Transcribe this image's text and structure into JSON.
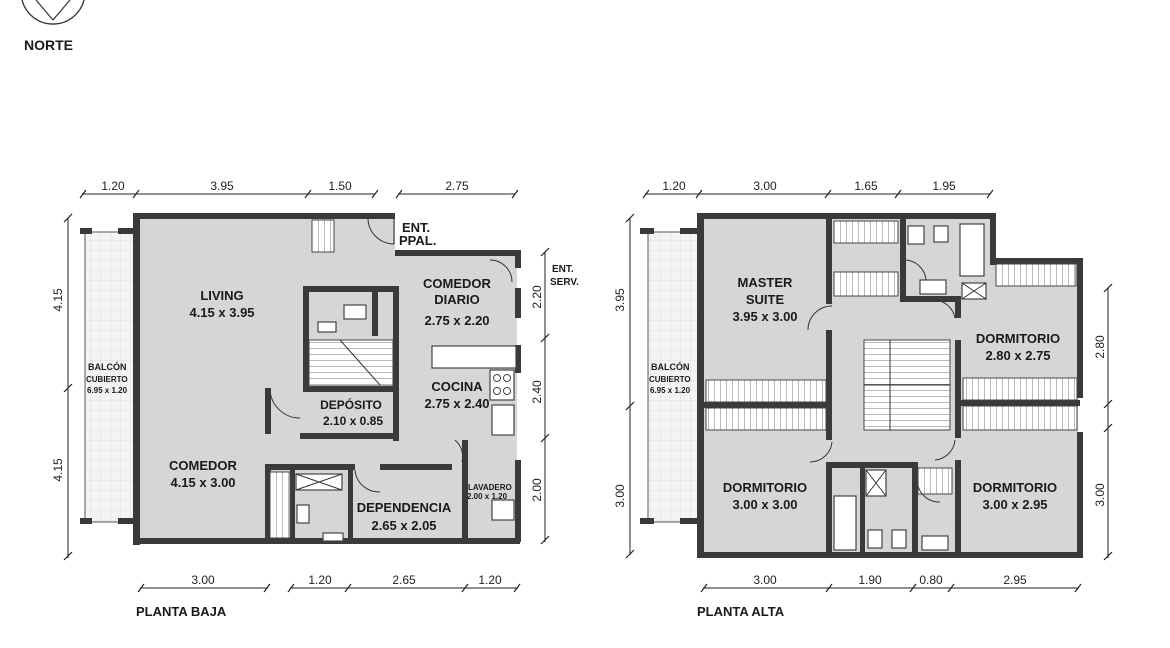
{
  "north": {
    "label": "NORTE"
  },
  "ground": {
    "title": "PLANTA BAJA",
    "top_dims": [
      "1.20",
      "3.95",
      "1.50",
      "2.75"
    ],
    "bottom_dims": [
      "3.00",
      "1.20",
      "2.65",
      "1.20"
    ],
    "left_dims": [
      "4.15",
      "4.15"
    ],
    "right_dims": [
      "2.20",
      "2.40",
      "2.00"
    ],
    "ent_ppal": [
      "ENT.",
      "PPAL."
    ],
    "ent_serv": [
      "ENT.",
      "SERV."
    ],
    "balcon": [
      "BALCÓN",
      "CUBIERTO",
      "6.95 x 1.20"
    ],
    "living": [
      "LIVING",
      "4.15 x 3.95"
    ],
    "comedor": [
      "COMEDOR",
      "4.15 x 3.00"
    ],
    "comedor_diario": [
      "COMEDOR",
      "DIARIO",
      "2.75 x 2.20"
    ],
    "cocina": [
      "COCINA",
      "2.75 x 2.40"
    ],
    "deposito": [
      "DEPÓSITO",
      "2.10 x 0.85"
    ],
    "dependencia": [
      "DEPENDENCIA",
      "2.65 x 2.05"
    ],
    "lavadero": [
      "LAVADERO",
      "2.00 x 1.20"
    ]
  },
  "upper": {
    "title": "PLANTA ALTA",
    "top_dims": [
      "1.20",
      "3.00",
      "1.65",
      "1.95"
    ],
    "bottom_dims": [
      "3.00",
      "1.90",
      "0.80",
      "2.95"
    ],
    "left_dims": [
      "3.95",
      "3.00"
    ],
    "right_dims": [
      "2.80",
      "3.00"
    ],
    "balcon": [
      "BALCÓN",
      "CUBIERTO",
      "6.95 x 1.20"
    ],
    "master": [
      "MASTER",
      "SUITE",
      "3.95 x 3.00"
    ],
    "dorm_ne": [
      "DORMITORIO",
      "2.80 x 2.75"
    ],
    "dorm_sw": [
      "DORMITORIO",
      "3.00 x 3.00"
    ],
    "dorm_se": [
      "DORMITORIO",
      "3.00 x 2.95"
    ]
  }
}
